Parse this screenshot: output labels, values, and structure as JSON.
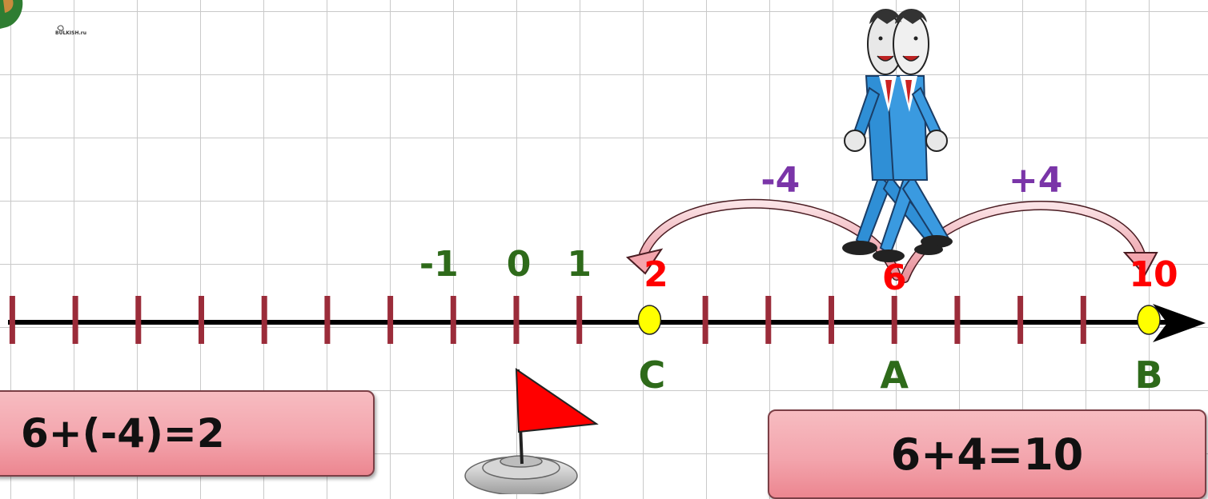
{
  "logo": {
    "text": "BULKISH.ru"
  },
  "number_line": {
    "tick_labels": [
      {
        "value": -1,
        "text": "-1"
      },
      {
        "value": 0,
        "text": "0"
      },
      {
        "value": 1,
        "text": "1"
      }
    ],
    "highlighted": [
      {
        "value": 2,
        "text": "2",
        "point": "C"
      },
      {
        "value": 6,
        "text": "6",
        "point": "A"
      },
      {
        "value": 10,
        "text": "10",
        "point": "B"
      }
    ],
    "tick_values": [
      -8,
      -7,
      -6,
      -5,
      -4,
      -3,
      -2,
      -1,
      0,
      1,
      2,
      3,
      4,
      5,
      6,
      7,
      8,
      9,
      10
    ]
  },
  "arrows": [
    {
      "from": 6,
      "to": 2,
      "label": "-4"
    },
    {
      "from": 6,
      "to": 10,
      "label": "+4"
    }
  ],
  "equations": {
    "left": "6+(-4)=2",
    "right": "6+4=10"
  },
  "colors": {
    "tick": "#9b2c3a",
    "label_green": "#2e6a1a",
    "label_red": "#ff0000",
    "label_purple": "#7a35a8",
    "point_fill": "#ffff00",
    "flag": "#ff0000"
  }
}
